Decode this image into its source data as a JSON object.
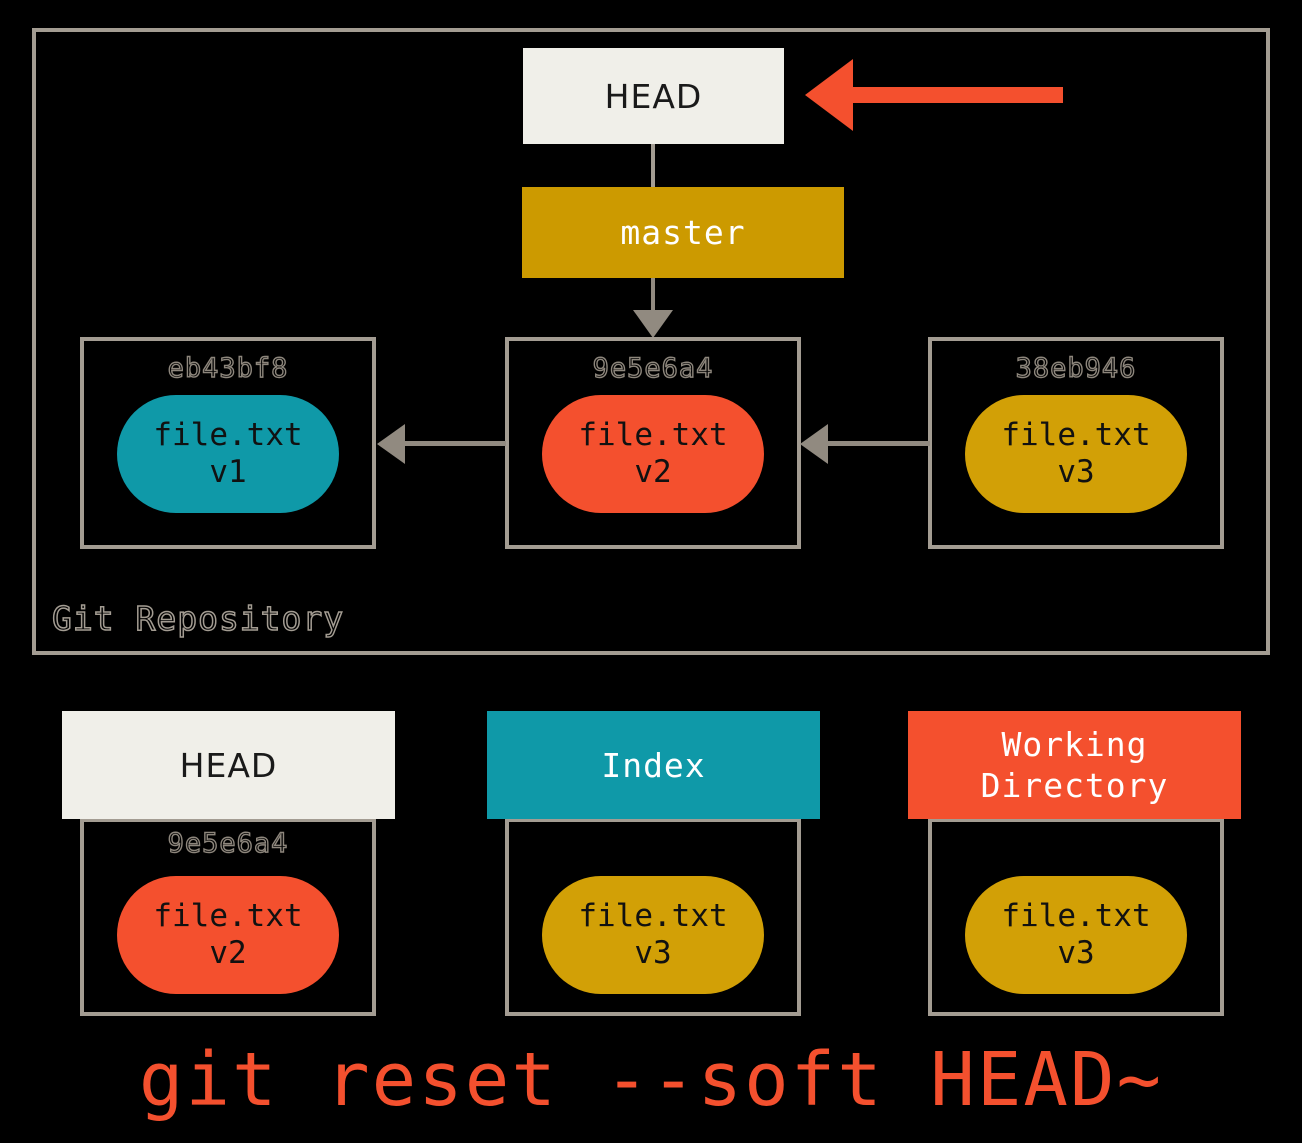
{
  "repository": {
    "label": "Git Repository",
    "head_pointer": {
      "label": "HEAD"
    },
    "branch": {
      "label": "master"
    },
    "commits": [
      {
        "hash": "eb43bf8",
        "blob_file": "file.txt",
        "blob_version": "v1",
        "blob_color": "#0f99a8"
      },
      {
        "hash": "9e5e6a4",
        "blob_file": "file.txt",
        "blob_version": "v2",
        "blob_color": "#f4502e"
      },
      {
        "hash": "38eb946",
        "blob_file": "file.txt",
        "blob_version": "v3",
        "blob_color": "#d2a006"
      }
    ]
  },
  "trees": [
    {
      "name": "HEAD",
      "header_label": "HEAD",
      "header_color": "#f0efe9",
      "hash": "9e5e6a4",
      "blob_file": "file.txt",
      "blob_version": "v2",
      "blob_color": "#f4502e"
    },
    {
      "name": "Index",
      "header_label": "Index",
      "header_color": "#0f99a8",
      "hash": "",
      "blob_file": "file.txt",
      "blob_version": "v3",
      "blob_color": "#d2a006"
    },
    {
      "name": "Working Directory",
      "header_label": "Working\nDirectory",
      "header_color": "#f4502e",
      "hash": "",
      "blob_file": "file.txt",
      "blob_version": "v3",
      "blob_color": "#d2a006"
    }
  ],
  "caption": "git reset --soft HEAD~",
  "colors": {
    "background": "#000000",
    "frame": "#a39c92",
    "edge": "#918a80",
    "accent_red": "#f4502e",
    "accent_gold": "#cc9a00",
    "accent_teal": "#0f99a8",
    "blob_gold": "#d2a006",
    "off_white": "#f0efe9"
  }
}
